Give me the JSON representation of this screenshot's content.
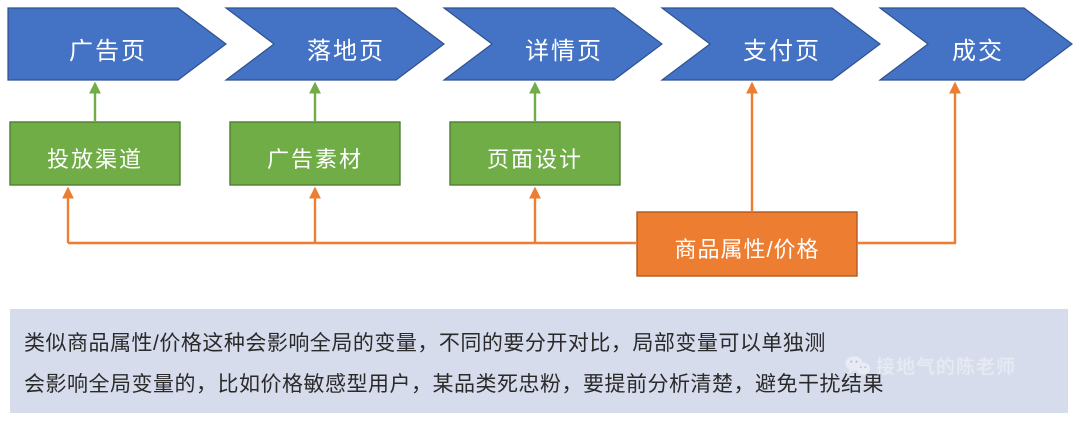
{
  "diagram": {
    "funnel_stages": [
      {
        "label": "广告页"
      },
      {
        "label": "落地页"
      },
      {
        "label": "详情页"
      },
      {
        "label": "支付页"
      },
      {
        "label": "成交"
      }
    ],
    "local_variables": [
      {
        "label": "投放渠道"
      },
      {
        "label": "广告素材"
      },
      {
        "label": "页面设计"
      }
    ],
    "global_variable": {
      "label": "商品属性/价格"
    },
    "note": {
      "line1": "类似商品属性/价格这种会影响全局的变量，不同的要分开对比，局部变量可以单独测",
      "line2": "会影响全局变量的，比如价格敏感型用户，某品类死忠粉，要提前分析清楚，避免干扰结果"
    },
    "watermark": {
      "icon": "wechat-icon",
      "text": "接地气的陈老师"
    },
    "colors": {
      "funnel_blue": "#4472C4",
      "funnel_blue_border": "#2F528F",
      "local_green": "#70AD47",
      "local_green_border": "#507E32",
      "global_orange": "#ED7D31",
      "global_orange_border": "#AE5A21",
      "note_panel_bg": "#D6DCEC",
      "note_text": "#2A2A2A"
    }
  }
}
